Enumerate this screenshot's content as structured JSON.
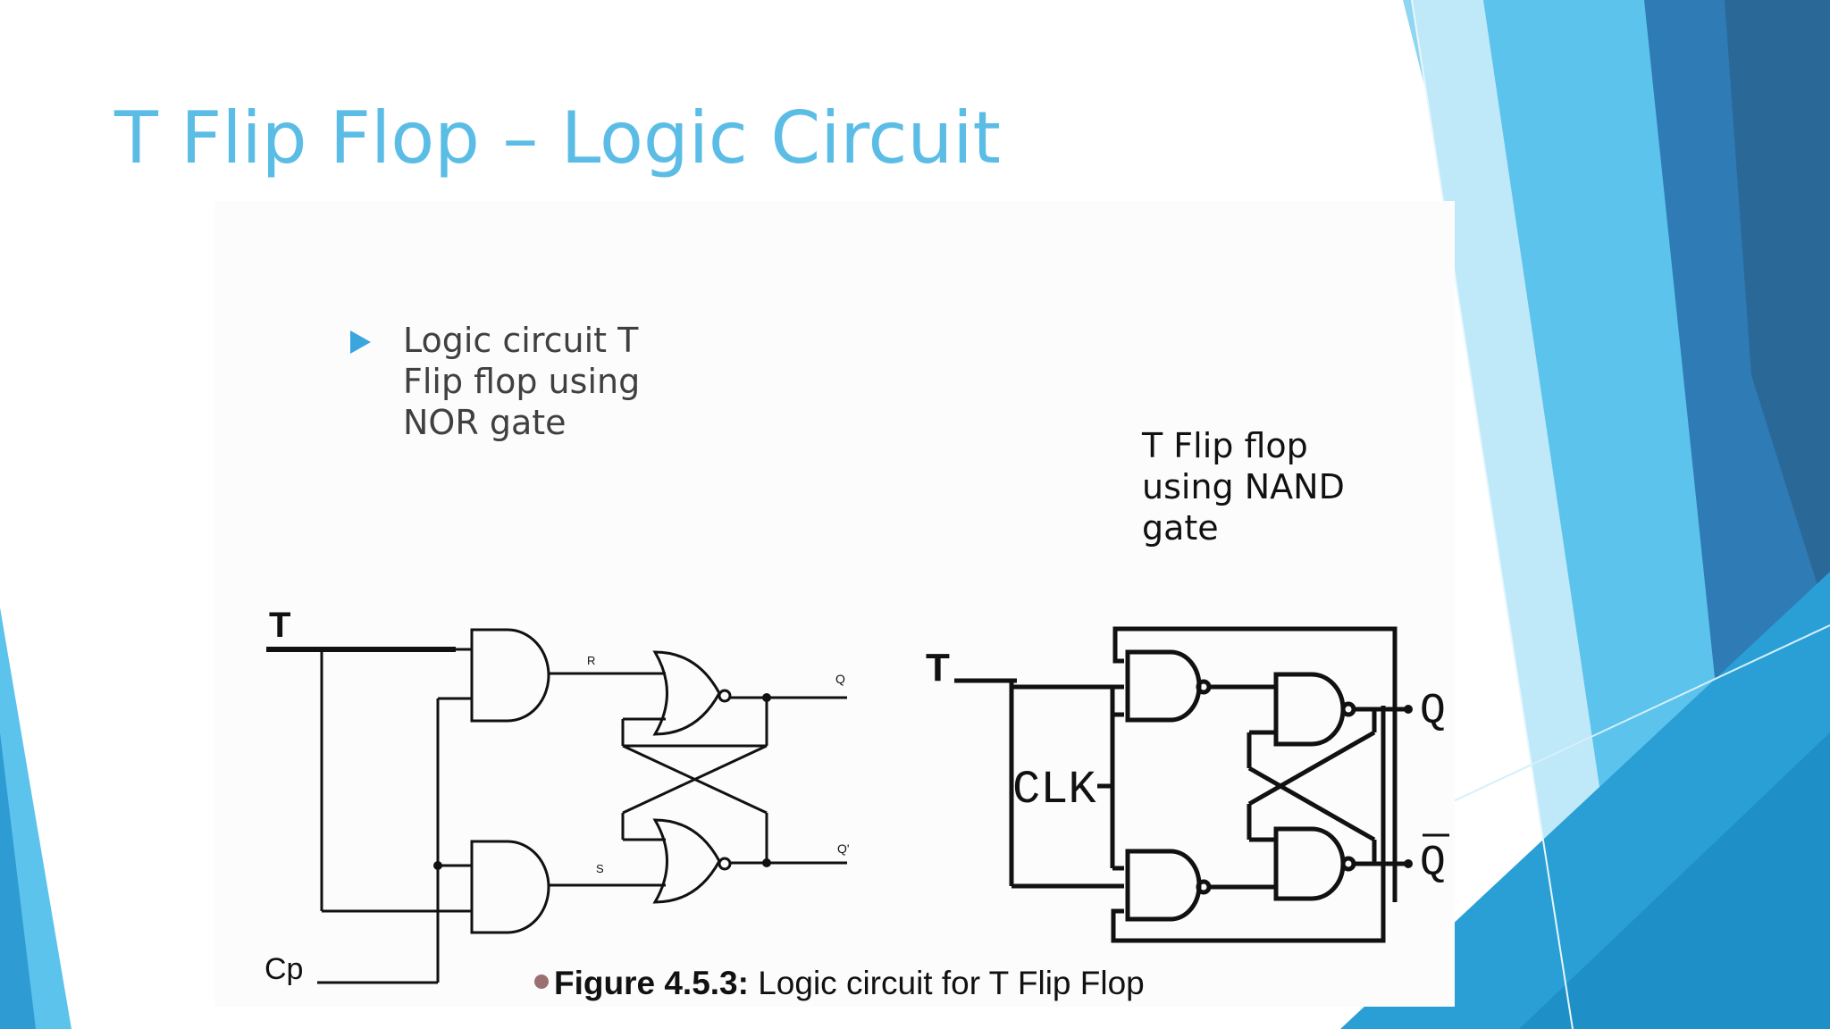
{
  "slide": {
    "title": "T Flip Flop – Logic Circuit",
    "bullet_text": "Logic circuit T Flip flop using NOR gate",
    "nand_caption": "T Flip flop using NAND gate",
    "figure_caption": {
      "bold": "Figure 4.5.3:",
      "text": " Logic circuit for T Flip Flop"
    }
  },
  "nor_circuit": {
    "input_t": "T",
    "input_cp": "Cp",
    "label_r": "R",
    "label_s": "S",
    "output_q": "Q",
    "output_q_prime": "Q'"
  },
  "nand_circuit": {
    "input_t": "T",
    "input_clk": "CLK",
    "output_q": "Q",
    "output_q_bar": "Q"
  },
  "colors": {
    "title": "#5bbde6",
    "accent_light": "#7fd0f0",
    "accent_mid": "#2aa5dc",
    "accent_dark": "#2f6fa3"
  }
}
